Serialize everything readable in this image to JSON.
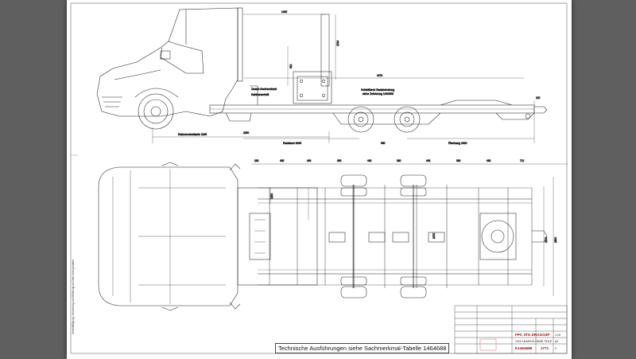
{
  "drawing": {
    "note": "Technische Ausführungen siehe Sachmerkmal-Tabelle 1464688",
    "side_view": {
      "dims_top": [
        "1430",
        "1214"
      ],
      "dim_length": "4470",
      "dim_small": "612",
      "label_cabin_cut": "Kabinenschnitt",
      "label_aux": "Zusatz-Sachmerkmal",
      "label_center": "Schleifblech Radabdeckung",
      "label_center2": "siehe Zeichnung 1464688",
      "label_frame": "Rahmenoberkante 1185",
      "label_wheelbase": "Radstand 4035",
      "label_overhang": "Überhang 1800",
      "dim_bottom": [
        "2050",
        "985",
        "100"
      ]
    },
    "top_view": {
      "dims_top": [
        "280",
        "480",
        "440",
        "360",
        "440",
        "360",
        "440",
        "380",
        "480",
        "712"
      ],
      "dim_width": "2100",
      "dim_width2": "2300",
      "dim_side": "2073",
      "dim_inner": "1250"
    },
    "title_block": {
      "code": "FPC 3TG DRAGO4P",
      "subtitle": "CD3 CHASSIS OHNE TEILE",
      "number": "K1464688",
      "sheet_no": "1771",
      "scale": "1:15",
      "format": "A2",
      "revision": "2"
    },
    "side_margin_text": "Vervielfältigung, Verwertung und Mitteilung an Dritte nicht gestattet"
  }
}
